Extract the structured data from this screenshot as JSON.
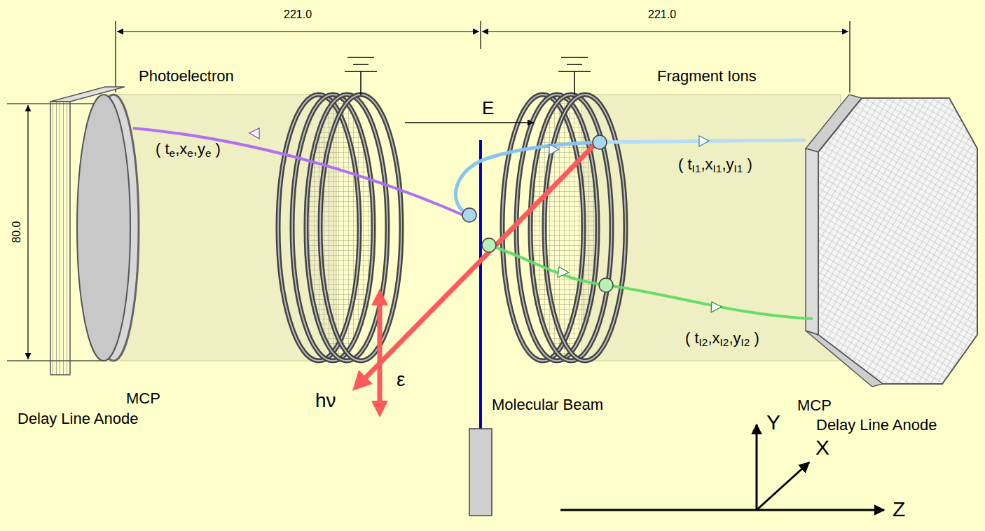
{
  "diagram": {
    "labels": [
      "221.0",
      "221.0",
      "80.0",
      "Photoelectron",
      "Fragment Ions",
      "E",
      "( te,xe,ye )",
      "( tI1,xI1,yI1 )",
      "( tI2,xI2,yI2 )",
      "MCP",
      "Delay Line Anode",
      "MCP",
      "Delay Line Anode",
      "hν",
      "ε",
      "Molecular Beam",
      "Y",
      "X",
      "Z"
    ]
  }
}
